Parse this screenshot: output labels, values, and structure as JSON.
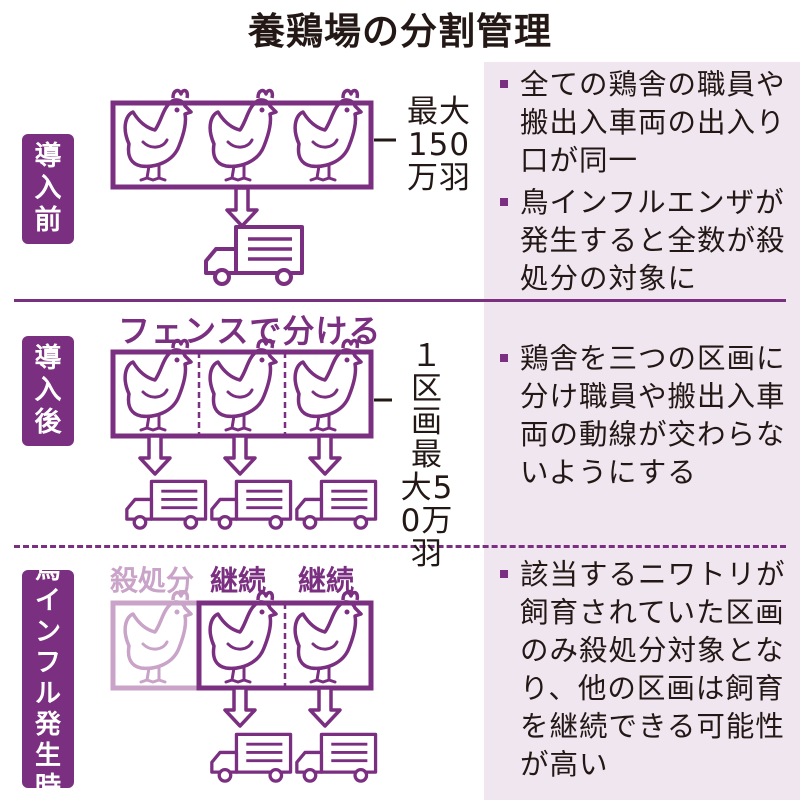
{
  "title": "養鶏場の分割管理",
  "colors": {
    "accent": "#7b2f81",
    "accent_light": "#c9a3c8",
    "note_bg": "#efe6ef"
  },
  "sections": {
    "before": {
      "badge": "導入前",
      "capacity_label": "最大150万羽",
      "notes": [
        "全ての鶏舎の職員や搬出入車両の出入り口が同一",
        "鳥インフルエンザが発生すると全数が殺処分の対象に"
      ]
    },
    "after": {
      "badge": "導入後",
      "fence_label": "フェンスで分ける",
      "capacity_label": "１区画最大50万羽",
      "notes": [
        "鶏舎を三つの区画に分け職員や搬出入車両の動線が交わらないようにする"
      ]
    },
    "outbreak": {
      "badge": "鳥インフル発生時",
      "status_labels": [
        "殺処分",
        "継続",
        "継続"
      ],
      "notes": [
        "該当するニワトリが飼育されていた区画のみ殺処分対象となり、他の区画は飼育を継続できる可能性が高い"
      ]
    }
  },
  "icons": [
    "chicken-icon",
    "truck-icon",
    "down-arrow-icon"
  ]
}
